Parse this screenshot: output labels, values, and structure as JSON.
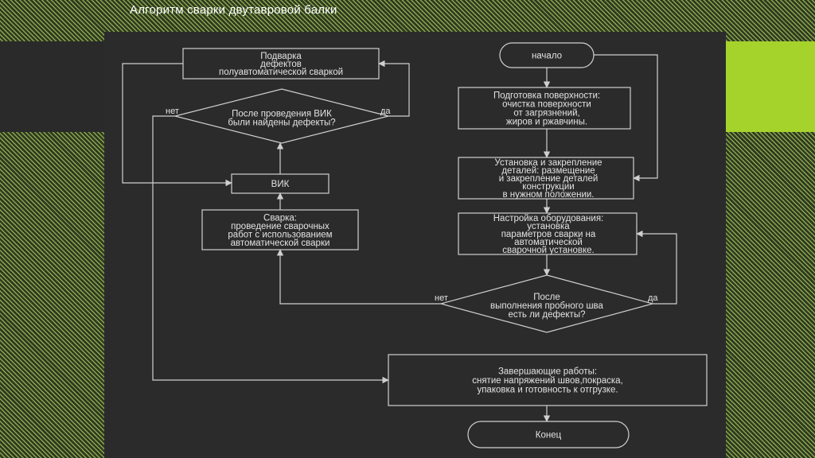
{
  "slide": {
    "title": "Алгоритм сварки двутавровой балки"
  },
  "nodes": {
    "start": {
      "lines": [
        "начало"
      ]
    },
    "surface_prep": {
      "lines": [
        "Подготовка поверхности:",
        "очистка поверхности",
        "от загрязнений,",
        "жиров и ржавчины."
      ]
    },
    "assembly": {
      "lines": [
        "Установка и закрепление",
        "деталей: размещение",
        "и закрепление деталей",
        "конструкции",
        "в нужном положении."
      ]
    },
    "setup": {
      "lines": [
        "Настройка оборудования:",
        "установка",
        "параметров сварки на",
        "автоматической",
        "сварочной установке."
      ]
    },
    "test_check": {
      "lines": [
        "После",
        "выполнения пробного шва",
        "есть ли дефекты?"
      ]
    },
    "auto_weld": {
      "lines": [
        "Сварка:",
        "проведение сварочных",
        "работ с использованием",
        "автоматической сварки"
      ]
    },
    "vik": {
      "lines": [
        "ВИК"
      ]
    },
    "defect_check": {
      "lines": [
        "После проведения ВИК",
        "были найдены дефекты?"
      ]
    },
    "repair": {
      "lines": [
        "Подварка",
        "дефектов",
        "полуавтоматической сваркой"
      ]
    },
    "final": {
      "lines": [
        "Завершающие работы:",
        "снятие напряжений швов,покраска,",
        "упаковка и готовность к отгрузке."
      ]
    },
    "end": {
      "lines": [
        "Конец"
      ]
    }
  },
  "edge_labels": {
    "vik_no": "нет",
    "vik_yes": "да",
    "test_no": "нет",
    "test_yes": "да"
  },
  "colors": {
    "panel": "#2b2b2b",
    "line": "#cfcfcf",
    "text": "#e3e3e3",
    "accent_green": "#a6d32b",
    "dark_bar": "#2a2a2a"
  }
}
